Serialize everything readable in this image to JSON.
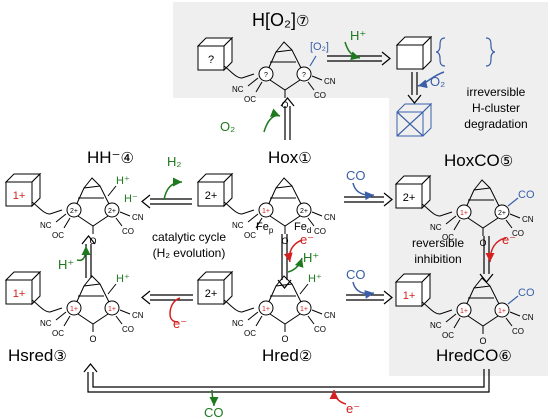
{
  "colors": {
    "panel": "#efefef",
    "green": "#1f7a1f",
    "blue": "#3a5fa8",
    "red": "#d42020",
    "black": "#000000"
  },
  "states": {
    "hox": {
      "name": "Hox",
      "num": "①",
      "cubane": "2+",
      "fe_p": "Fe",
      "fe_p_sub": "p",
      "fe_d": "Fe",
      "fe_d_sub": "d",
      "left": "1+",
      "right": "2+"
    },
    "hhm": {
      "name": "HH⁻",
      "num": "④",
      "cubane": "1+",
      "left": "2+",
      "right": "2+"
    },
    "hred": {
      "name": "Hred",
      "num": "②",
      "cubane": "2+",
      "left": "1+",
      "right": "1+"
    },
    "hsred": {
      "name": "Hsred",
      "num": "③",
      "cubane": "1+",
      "left": "1+",
      "right": "1+"
    },
    "hoxco": {
      "name": "HoxCO",
      "num": "⑤",
      "cubane": "2+",
      "left": "1+",
      "right": "2+"
    },
    "hredco": {
      "name": "HredCO",
      "num": "⑥",
      "cubane": "1+",
      "left": "1+",
      "right": "1+"
    },
    "ho2": {
      "name": "H[O₂]",
      "num": "⑦",
      "cubane": "?",
      "left": "?",
      "right": "?"
    }
  },
  "ligands": {
    "cn": "CN",
    "co": "CO",
    "nc": "NC",
    "oc": "OC",
    "o": "O",
    "o2_bracket": "[O₂]",
    "h": "H"
  },
  "reagents": {
    "h_plus": "H⁺",
    "e_minus": "e⁻",
    "o2": "O₂",
    "o2_sub": "O₂",
    "h2": "H₂",
    "co": "CO",
    "o2_label": "O"
  },
  "labels": {
    "cycle_line1": "catalytic cycle",
    "cycle_line2": "(H₂ evolution)",
    "reversible_line1": "reversible",
    "reversible_line2": "inhibition",
    "irreversible_line1": "irreversible",
    "irreversible_line2": "H-cluster",
    "irreversible_line3": "degradation"
  }
}
